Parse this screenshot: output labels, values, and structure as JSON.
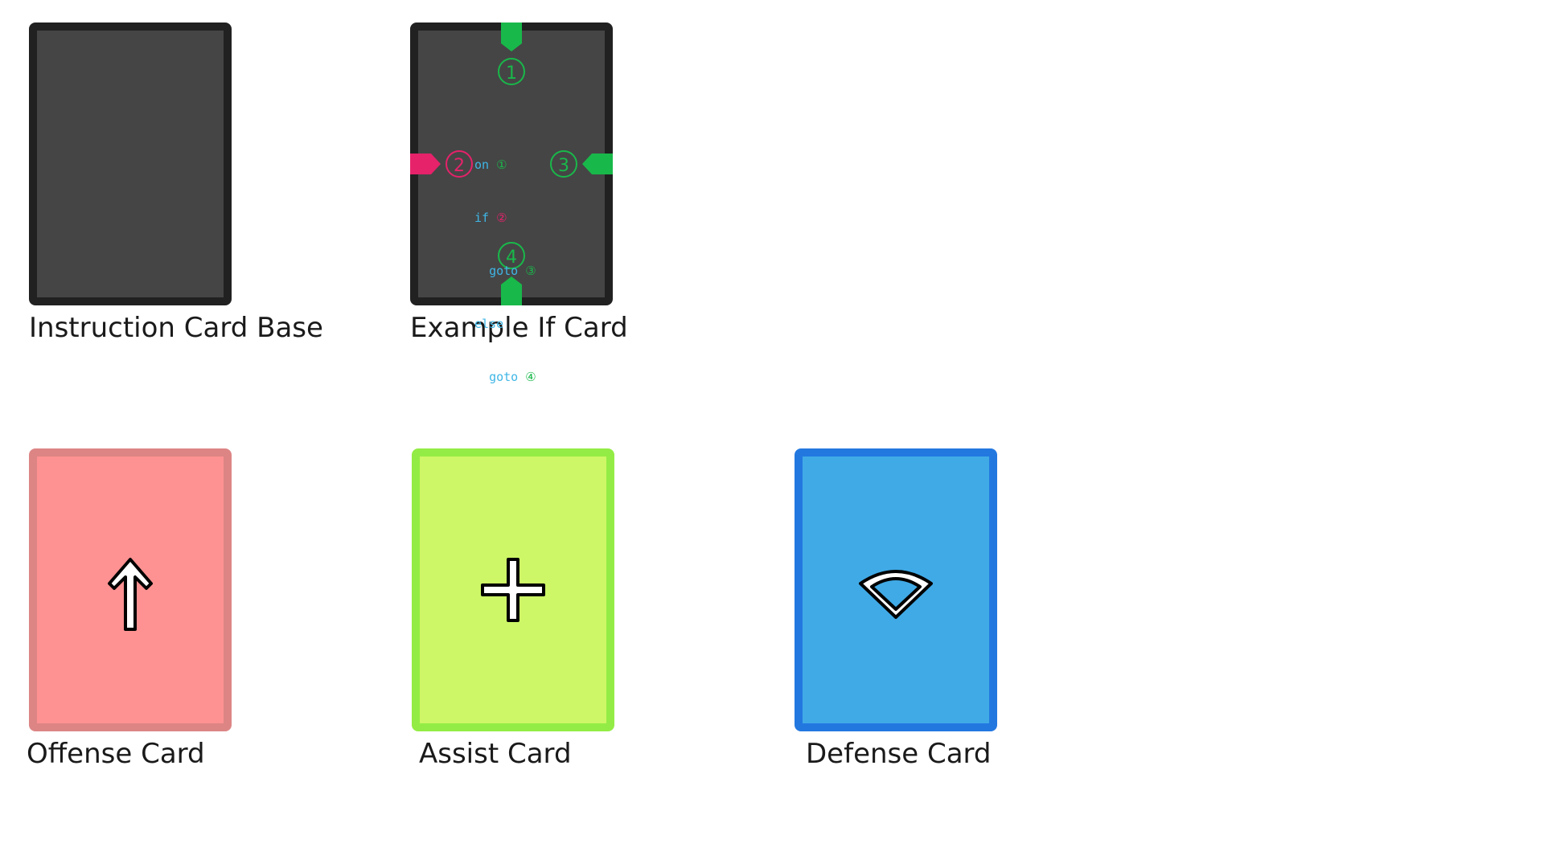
{
  "colors": {
    "base_fill": "#454545",
    "base_border": "#212121",
    "connector_green": "#19b84a",
    "connector_pink": "#e5226a",
    "code_blue": "#3fb6e6",
    "offense_fill": "#fe9191",
    "offense_border": "#dd8585",
    "assist_fill": "#cdf767",
    "assist_border": "#93ec45",
    "defense_fill": "#40aae6",
    "defense_border": "#2378e0"
  },
  "cards": {
    "instruction_base": {
      "label": "Instruction Card Base"
    },
    "example_if": {
      "label": "Example If Card",
      "port_top": "①",
      "port_left": "②",
      "port_right": "③",
      "port_bottom": "④",
      "code": {
        "line1_kw": "on",
        "line1_ref": "①",
        "line2_kw": "if",
        "line2_ref": "②",
        "line3_kw": "goto",
        "line3_ref": "③",
        "line4_kw": "else",
        "line5_kw": "goto",
        "line5_ref": "④"
      }
    },
    "offense": {
      "label": "Offense Card",
      "icon": "up-arrow-icon"
    },
    "assist": {
      "label": "Assist Card",
      "icon": "plus-icon"
    },
    "defense": {
      "label": "Defense Card",
      "icon": "shield-arc-icon"
    }
  }
}
